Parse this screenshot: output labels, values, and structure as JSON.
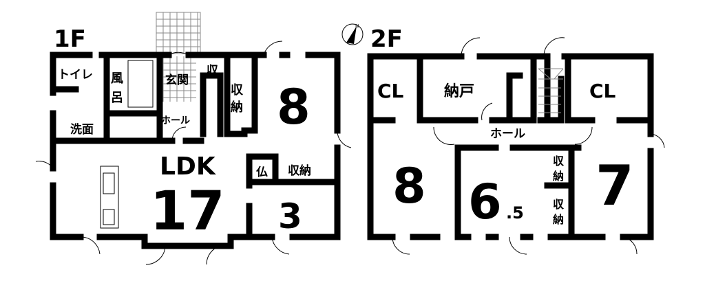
{
  "floor1": {
    "title": "1F",
    "rooms": {
      "toilet": "トイレ",
      "bath_1": "風",
      "bath_2": "呂",
      "entrance": "玄関",
      "storage_small": "収",
      "hall": "ホール",
      "closet_1": "収",
      "closet_2": "納",
      "room8": "8",
      "washroom": "洗面",
      "ldk_label": "LDK",
      "ldk_size": "17",
      "altar": "仏",
      "storage": "収納",
      "room3": "3"
    }
  },
  "floor2": {
    "title": "2F",
    "compass_label": "N",
    "rooms": {
      "cl_left": "CL",
      "storeroom": "納戸",
      "cl_right": "CL",
      "hall": "ホール",
      "room8": "8",
      "room65_int": "6",
      "room65_dec": ".5",
      "storage_a": "収",
      "storage_a2": "納",
      "storage_b": "収",
      "storage_b2": "納",
      "room7": "7"
    }
  }
}
